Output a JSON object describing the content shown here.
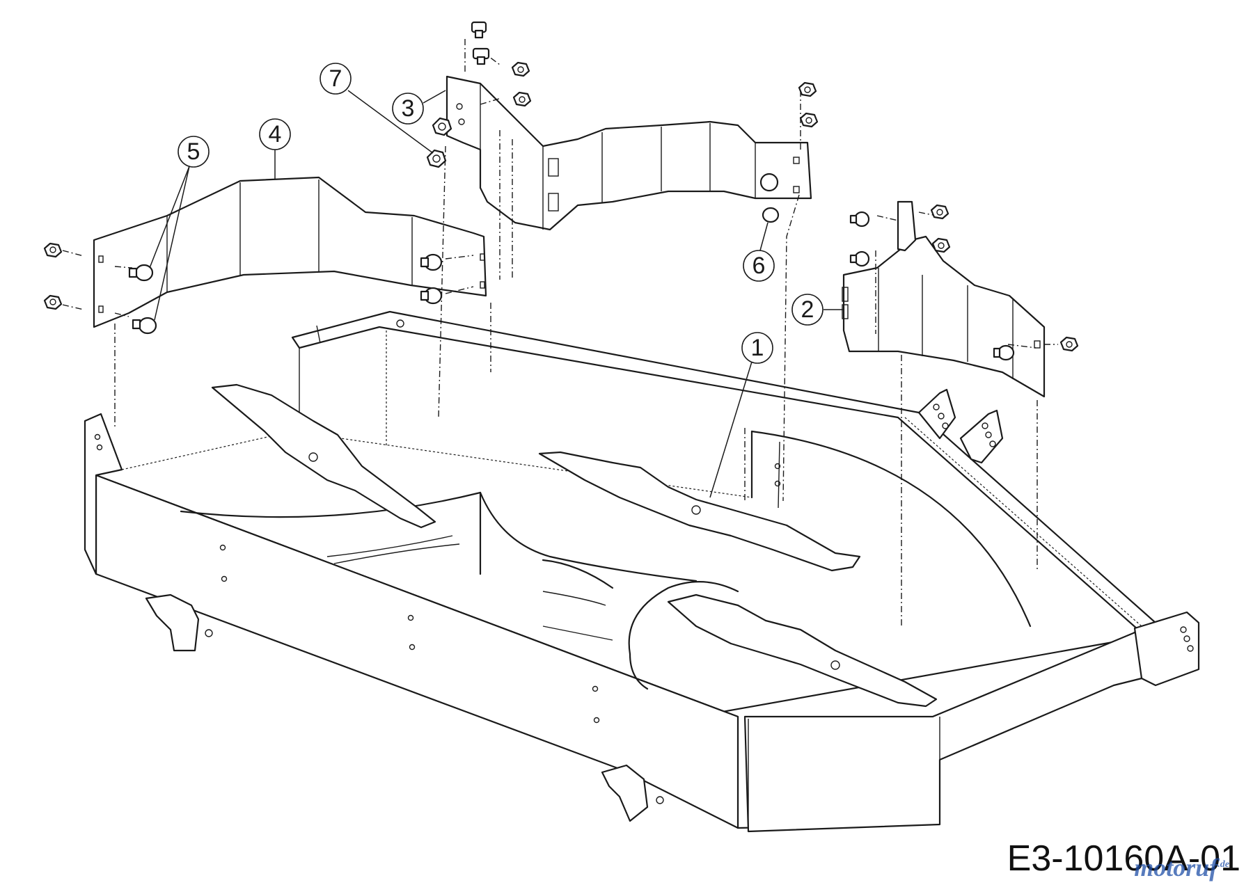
{
  "callouts": [
    {
      "id": "1",
      "label": "1"
    },
    {
      "id": "2",
      "label": "2"
    },
    {
      "id": "3",
      "label": "3"
    },
    {
      "id": "4",
      "label": "4"
    },
    {
      "id": "5",
      "label": "5"
    },
    {
      "id": "6",
      "label": "6"
    },
    {
      "id": "7",
      "label": "7"
    }
  ],
  "drawing_code": "E3-10160A-01",
  "watermark": {
    "text": "motoruf",
    "suffix": ".de",
    "color": "#1f4fa8"
  },
  "colors": {
    "line": "#1a1a1a",
    "background": "#ffffff"
  }
}
